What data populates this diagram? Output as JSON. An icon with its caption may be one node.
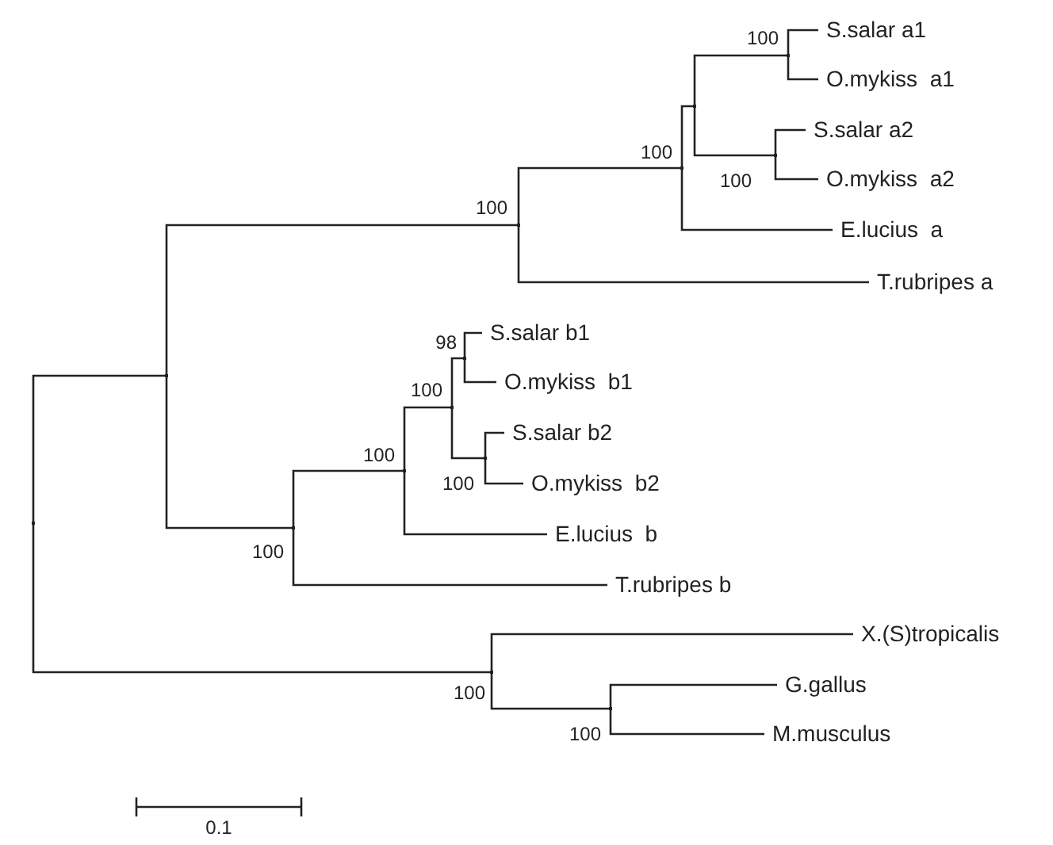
{
  "diagram": {
    "nodes": [
      {
        "text": [],
        "shape": "point"
      },
      {
        "text": [],
        "shape": "point"
      },
      {
        "text": [],
        "shape": "point",
        "beside": [
          "100"
        ]
      },
      {
        "text": [],
        "shape": "point",
        "beside": [
          "100"
        ]
      },
      {
        "text": [],
        "shape": "point"
      },
      {
        "text": [],
        "shape": "point",
        "beside": [
          "100"
        ]
      },
      {
        "text": [
          "S.salar a1"
        ]
      },
      {
        "text": [
          "O.mykiss  a1"
        ]
      },
      {
        "text": [],
        "shape": "point",
        "beside": [
          "100"
        ]
      },
      {
        "text": [
          "S.salar a2"
        ]
      },
      {
        "text": [
          "O.mykiss  a2"
        ]
      },
      {
        "text": [
          "E.lucius  a"
        ]
      },
      {
        "text": [
          "T.rubripes a"
        ]
      },
      {
        "text": [],
        "shape": "point",
        "beside": [
          "100"
        ]
      },
      {
        "text": [],
        "shape": "point",
        "beside": [
          "100"
        ]
      },
      {
        "text": [],
        "shape": "point",
        "beside": [
          "100"
        ]
      },
      {
        "text": [],
        "shape": "point",
        "beside": [
          "98"
        ]
      },
      {
        "text": [
          "S.salar b1"
        ]
      },
      {
        "text": [
          "O.mykiss  b1"
        ]
      },
      {
        "text": [],
        "shape": "point",
        "beside": [
          "100"
        ]
      },
      {
        "text": [
          "S.salar b2"
        ]
      },
      {
        "text": [
          "O.mykiss  b2"
        ]
      },
      {
        "text": [
          "E.lucius  b"
        ]
      },
      {
        "text": [
          "T.rubripes b"
        ]
      },
      {
        "text": [],
        "shape": "point",
        "beside": [
          "100"
        ]
      },
      {
        "text": [
          "X.(S)tropicalis"
        ]
      },
      {
        "text": [],
        "shape": "point",
        "beside": [
          "100"
        ]
      },
      {
        "text": [
          "G.gallus"
        ]
      },
      {
        "text": [
          "M.musculus"
        ]
      }
    ],
    "edges": [
      {
        "from": 0,
        "to": 1,
        "arrow": "none"
      },
      {
        "from": 0,
        "to": 24,
        "arrow": "none"
      },
      {
        "from": 1,
        "to": 2,
        "arrow": "none"
      },
      {
        "from": 1,
        "to": 13,
        "arrow": "none"
      },
      {
        "from": 2,
        "to": 3,
        "arrow": "none"
      },
      {
        "from": 2,
        "to": 12,
        "arrow": "none"
      },
      {
        "from": 3,
        "to": 4,
        "arrow": "none"
      },
      {
        "from": 3,
        "to": 11,
        "arrow": "none"
      },
      {
        "from": 4,
        "to": 5,
        "arrow": "none"
      },
      {
        "from": 4,
        "to": 8,
        "arrow": "none"
      },
      {
        "from": 5,
        "to": 6,
        "arrow": "none"
      },
      {
        "from": 5,
        "to": 7,
        "arrow": "none"
      },
      {
        "from": 8,
        "to": 9,
        "arrow": "none"
      },
      {
        "from": 8,
        "to": 10,
        "arrow": "none"
      },
      {
        "from": 13,
        "to": 14,
        "arrow": "none"
      },
      {
        "from": 13,
        "to": 23,
        "arrow": "none"
      },
      {
        "from": 14,
        "to": 15,
        "arrow": "none"
      },
      {
        "from": 14,
        "to": 22,
        "arrow": "none"
      },
      {
        "from": 15,
        "to": 16,
        "arrow": "none"
      },
      {
        "from": 15,
        "to": 19,
        "arrow": "none"
      },
      {
        "from": 16,
        "to": 17,
        "arrow": "none"
      },
      {
        "from": 16,
        "to": 18,
        "arrow": "none"
      },
      {
        "from": 19,
        "to": 20,
        "arrow": "none"
      },
      {
        "from": 19,
        "to": 21,
        "arrow": "none"
      },
      {
        "from": 24,
        "to": 25,
        "arrow": "none"
      },
      {
        "from": 24,
        "to": 26,
        "arrow": "none"
      },
      {
        "from": 26,
        "to": 27,
        "arrow": "none"
      },
      {
        "from": 26,
        "to": 28,
        "arrow": "none"
      }
    ],
    "labels": [
      "0.1"
    ]
  }
}
